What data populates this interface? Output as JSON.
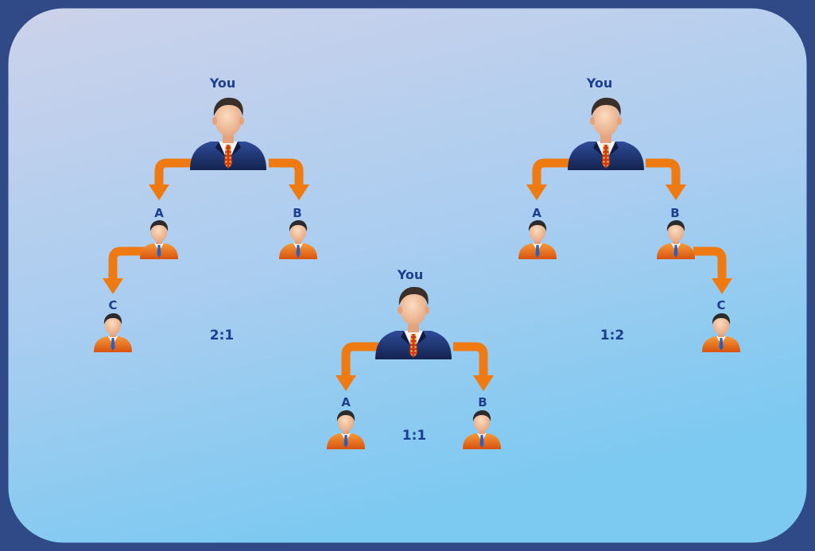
{
  "colors": {
    "frame_border": "#2f4a86",
    "bg_top": "#cdd2ea",
    "bg_bottom": "#7cc9f1",
    "arrow": "#f07a12",
    "label": "#1d3f8f",
    "suit_dark": "#1b2e63",
    "suit_light": "#2e4c9a",
    "member_shirt": "#e86a1c",
    "skin": "#f3c6a0",
    "hair": "#2b2b2b",
    "tie": "#d23a16"
  },
  "icons": {
    "leader": "businessman-icon",
    "member": "user-icon",
    "arrow": "orange-elbow-arrow-icon"
  },
  "diagrams": [
    {
      "id": "left",
      "ratio": "2:1",
      "root_label": "You",
      "children": [
        {
          "label": "A",
          "children": [
            {
              "label": "C"
            }
          ]
        },
        {
          "label": "B",
          "children": []
        }
      ]
    },
    {
      "id": "center",
      "ratio": "1:1",
      "root_label": "You",
      "children": [
        {
          "label": "A",
          "children": []
        },
        {
          "label": "B",
          "children": []
        }
      ]
    },
    {
      "id": "right",
      "ratio": "1:2",
      "root_label": "You",
      "children": [
        {
          "label": "A",
          "children": []
        },
        {
          "label": "B",
          "children": [
            {
              "label": "C"
            }
          ]
        }
      ]
    }
  ]
}
